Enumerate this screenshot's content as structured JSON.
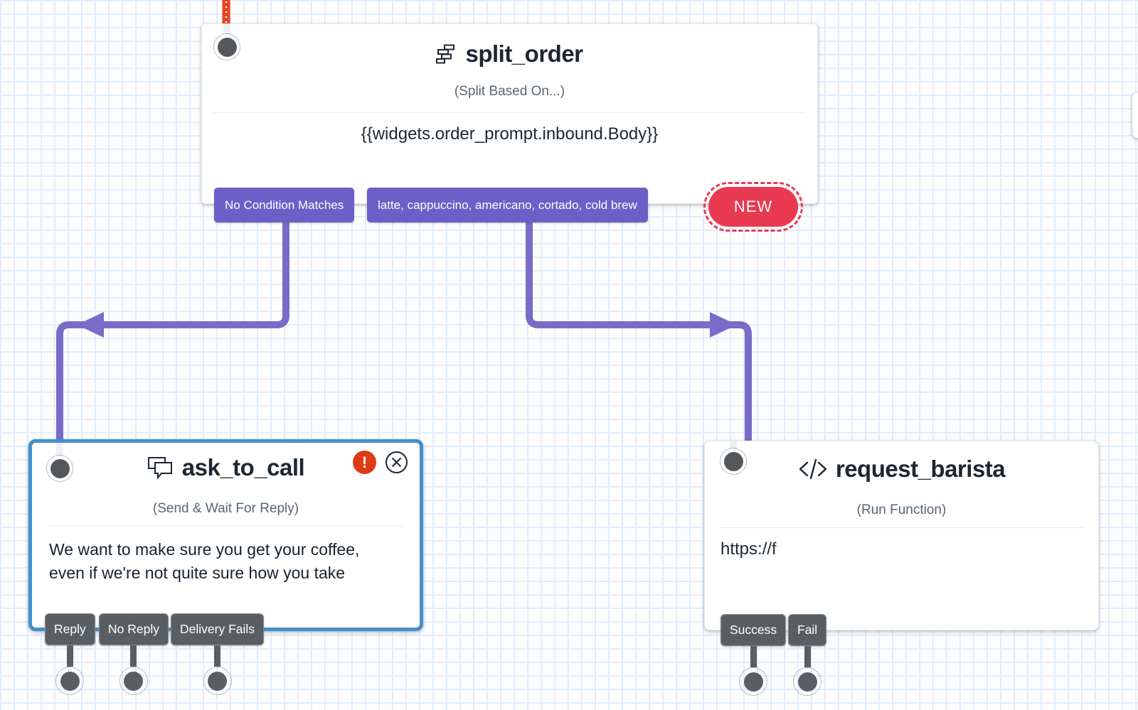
{
  "colors": {
    "connector_purple": "#7a6bc9",
    "transition_purple": "#6c5fc7",
    "selection_blue": "#4190cf",
    "error_red": "#de3a18",
    "new_red": "#e93a52",
    "inbound_red": "#e8431f",
    "port_gray": "#595e62",
    "title_navy": "#1c2732",
    "grid_blue": "#e2edfb"
  },
  "nodes": {
    "split_order": {
      "title": "split_order",
      "type_label": "(Split Based On...)",
      "body": "{{widgets.order_prompt.inbound.Body}}",
      "icon": "split-icon",
      "transitions": [
        {
          "label": "No Condition Matches"
        },
        {
          "label": "latte, cappuccino, americano, cortado, cold brew"
        }
      ],
      "new_button_label": "NEW"
    },
    "ask_to_call": {
      "title": "ask_to_call",
      "type_label": "(Send & Wait For Reply)",
      "icon": "chat-icon",
      "selected": true,
      "has_error": true,
      "body_lines": [
        "We want to make sure you get your coffee,",
        "even if we're not quite sure how you take"
      ],
      "transitions": [
        {
          "label": "Reply"
        },
        {
          "label": "No Reply"
        },
        {
          "label": "Delivery Fails"
        }
      ]
    },
    "request_barista": {
      "title": "request_barista",
      "type_label": "(Run Function)",
      "icon": "code-icon",
      "body": "https://f",
      "transitions": [
        {
          "label": "Success"
        },
        {
          "label": "Fail"
        }
      ]
    }
  }
}
